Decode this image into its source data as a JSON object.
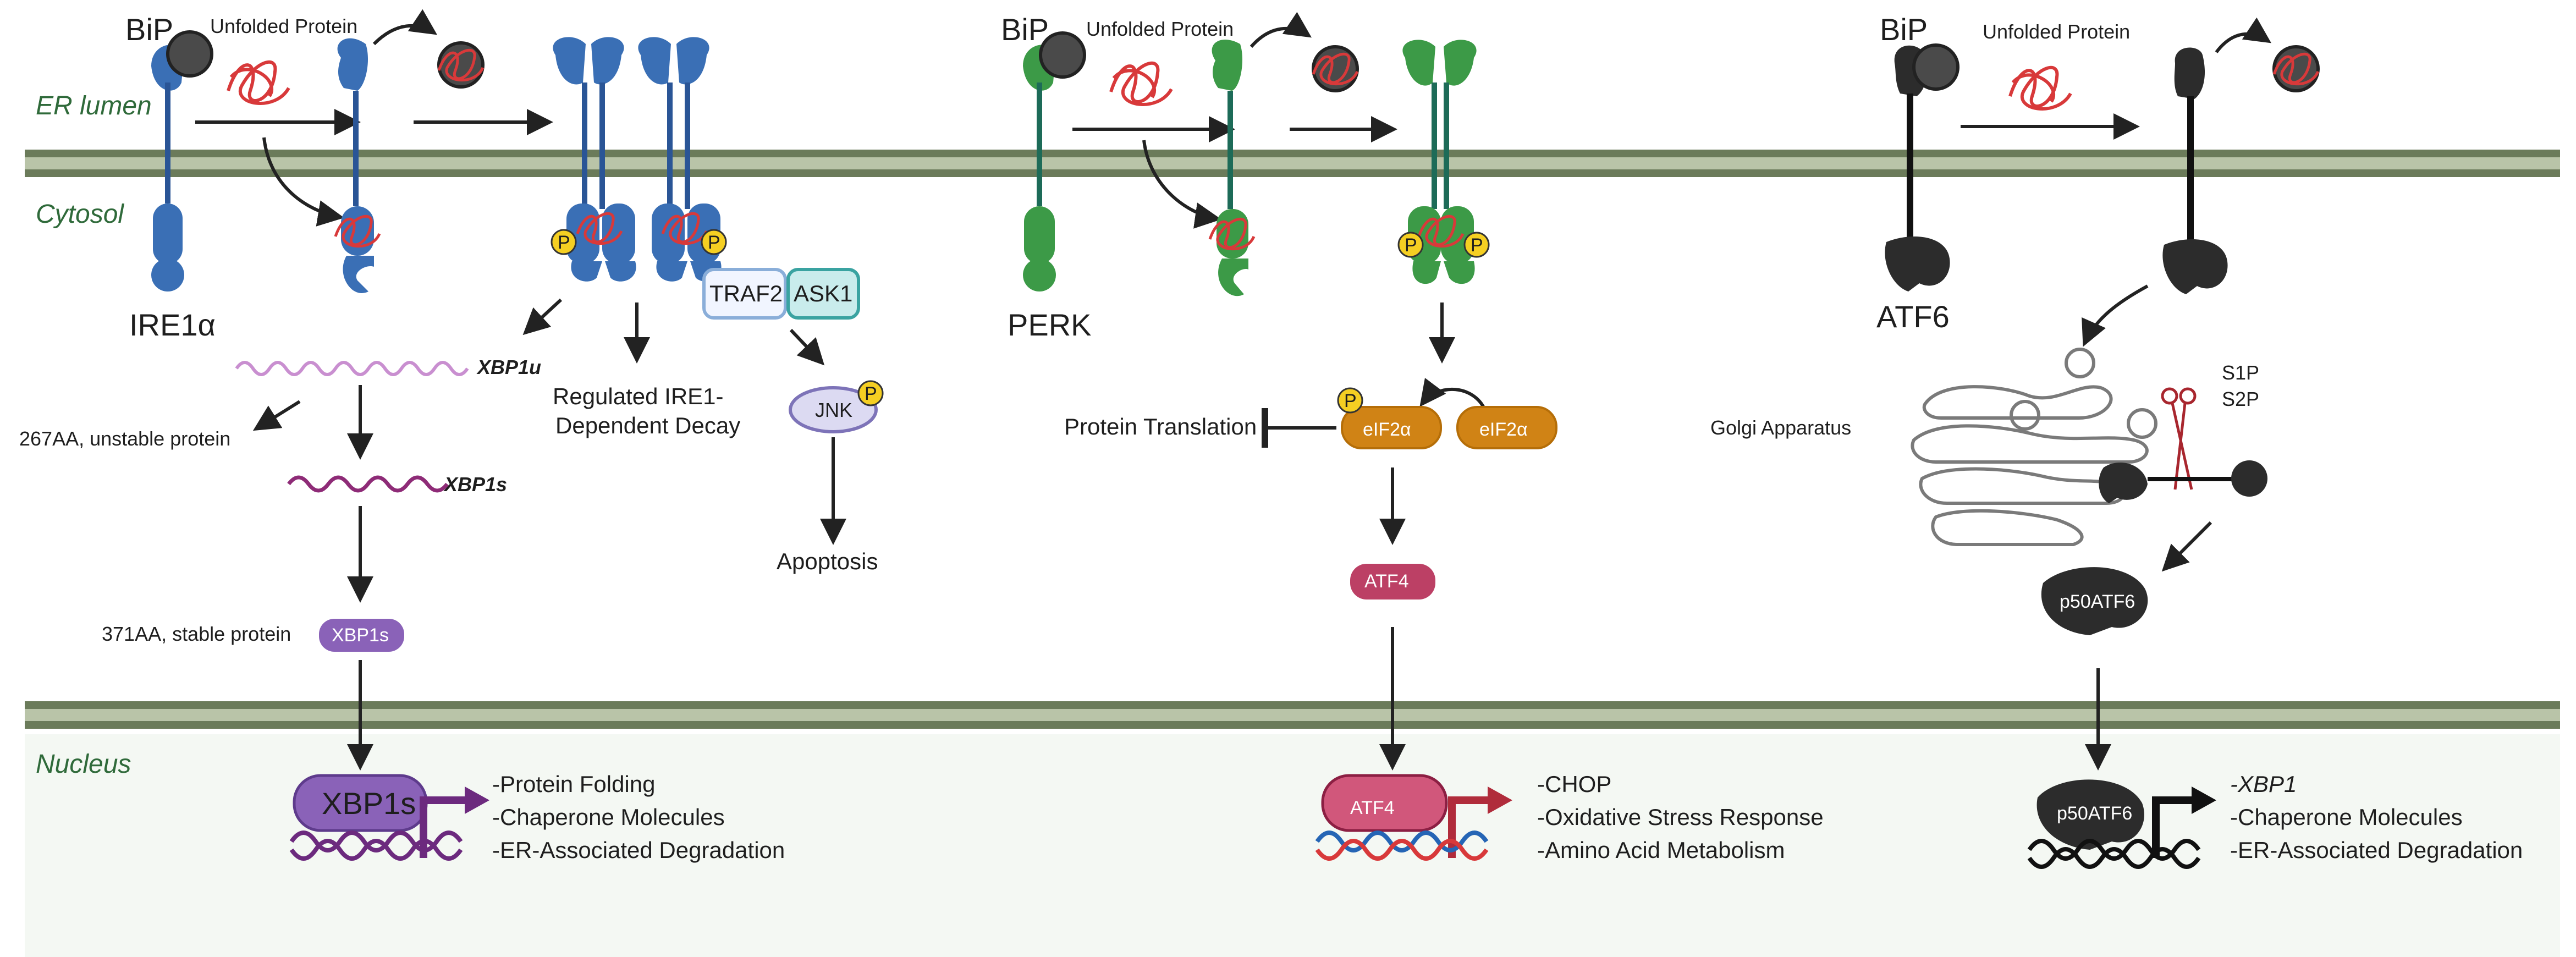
{
  "regions": {
    "er_lumen": "ER lumen",
    "cytosol": "Cytosol",
    "nucleus": "Nucleus"
  },
  "ire1": {
    "bip": "BiP",
    "unfolded": "Unfolded Protein",
    "sensor": "IRE1α",
    "phospho": "P",
    "xbp1u": "XBP1u",
    "unstable": "267AA, unstable protein",
    "xbp1s_rna": "XBP1s",
    "ridd_line1": "Regulated IRE1-",
    "ridd_line2": "Dependent Decay",
    "traf2": "TRAF2",
    "ask1": "ASK1",
    "jnk": "JNK",
    "apoptosis": "Apoptosis",
    "stable": "371AA, stable protein",
    "xbp1s_protein": "XBP1s",
    "nuclear_tf": "XBP1s",
    "targets": [
      "-Protein Folding",
      "-Chaperone Molecules",
      "-ER-Associated Degradation"
    ]
  },
  "perk": {
    "bip": "BiP",
    "unfolded": "Unfolded Protein",
    "sensor": "PERK",
    "phospho": "P",
    "eif2a_p": "eIF2α",
    "eif2a": "eIF2α",
    "translation": "Protein Translation",
    "atf4": "ATF4",
    "nuclear_tf": "ATF4",
    "targets": [
      "-CHOP",
      "-Oxidative Stress Response",
      "-Amino Acid Metabolism"
    ]
  },
  "atf6": {
    "bip": "BiP",
    "unfolded": "Unfolded Protein",
    "sensor": "ATF6",
    "golgi": "Golgi Apparatus",
    "s1p": "S1P",
    "s2p": "S2P",
    "p50": "p50ATF6",
    "nuclear_tf": "p50ATF6",
    "targets": [
      "-XBP1",
      "-Chaperone Molecules",
      "-ER-Associated Degradation"
    ]
  },
  "colors": {
    "membrane": "#7d8b6d",
    "ire1": "#3a6fb5",
    "perk": "#3c9a47",
    "atf6": "#2c2c2c",
    "phospho": "#f5cf22",
    "xbp1": "#8a62b8",
    "eif2a": "#d08315",
    "atf4": "#bc4065",
    "nucleus_bg": "#f4f8f3"
  }
}
